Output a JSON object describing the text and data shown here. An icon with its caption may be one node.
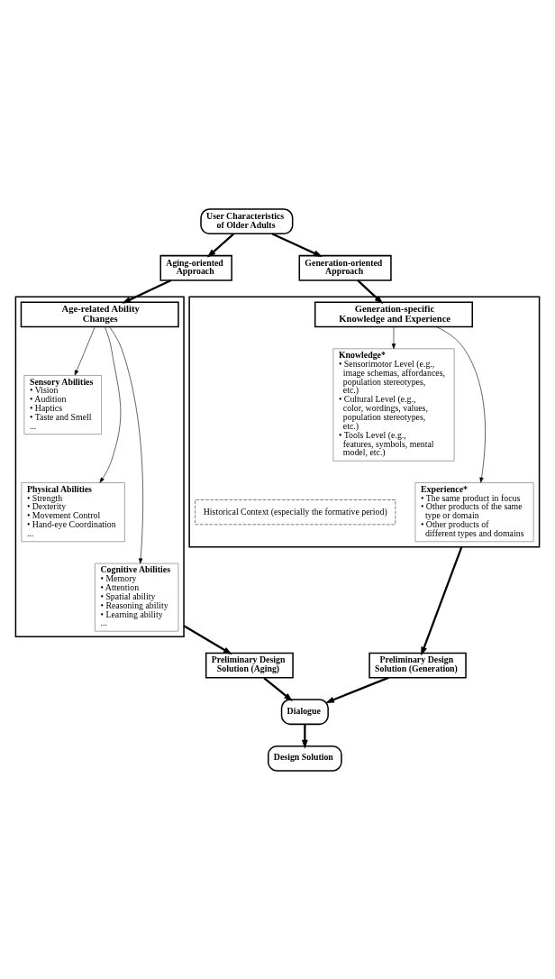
{
  "diagram": {
    "nodes": [
      {
        "text": [
          "User Characteristics of Older Adults"
        ]
      },
      {
        "text": [
          "Aging-oriented Approach"
        ]
      },
      {
        "text": [
          "Generation-oriented Approach"
        ]
      },
      {
        "text": [
          "Age-related Ability Changes"
        ]
      },
      {
        "text": [
          "Sensory Abilities",
          "• Vision",
          "• Audition",
          "• Haptics",
          "• Taste and Smell",
          "..."
        ],
        "in": 3
      },
      {
        "text": [
          "Physical Abilities",
          "• Strength",
          "• Dexterity",
          "• Movement Control",
          "• Hand-eye Coordination",
          "..."
        ],
        "in": 3
      },
      {
        "text": [
          "Cognitive Abilities",
          "• Memory",
          "• Attention",
          "• Spatial ability",
          "• Reasoning ability",
          "• Learning ability",
          "..."
        ],
        "in": 3
      },
      {
        "text": [
          "Generation-specific Knowledge and Experience"
        ]
      },
      {
        "text": [
          "Knowledge*",
          "• Sensorimotor Level (e.g., image schemas, affordances, population stereotypes, etc.)",
          "• Cultural Level (e.g., color, wordings, values, population stereotypes, etc.)",
          "• Tools Level (e.g., features, symbols, mental model, etc.)"
        ],
        "in": 7
      },
      {
        "text": [
          "Experience*",
          "• The same product in focus",
          "• Other products of the same type or domain",
          "• Other products of different types and domains"
        ],
        "in": 7
      },
      {
        "text": [
          "Preliminary Design Solution (Aging)"
        ]
      },
      {
        "text": [
          "Preliminary Design Solution (Generation)"
        ]
      },
      {
        "text": [
          "Dialogue"
        ]
      },
      {
        "text": [
          "Design Solution"
        ]
      }
    ],
    "edges": [
      {
        "from": 0,
        "to": 1,
        "arrow": "to"
      },
      {
        "from": 0,
        "to": 2,
        "arrow": "to"
      },
      {
        "from": 1,
        "to": 3,
        "arrow": "to"
      },
      {
        "from": 2,
        "to": 7,
        "arrow": "to"
      },
      {
        "from": 3,
        "to": 4,
        "arrow": "to"
      },
      {
        "from": 3,
        "to": 5,
        "arrow": "to"
      },
      {
        "from": 3,
        "to": 6,
        "arrow": "to"
      },
      {
        "from": 7,
        "to": 8,
        "arrow": "to"
      },
      {
        "from": 7,
        "to": 9,
        "arrow": "to"
      },
      {
        "from": 3,
        "to": 10,
        "arrow": "to"
      },
      {
        "from": 7,
        "to": 11,
        "arrow": "to"
      },
      {
        "from": 10,
        "to": 12,
        "arrow": "to"
      },
      {
        "from": 11,
        "to": 12,
        "arrow": "to"
      },
      {
        "from": 12,
        "to": 13,
        "arrow": "to"
      }
    ],
    "labels": [
      "Historical Context (especially the formative period)"
    ]
  }
}
